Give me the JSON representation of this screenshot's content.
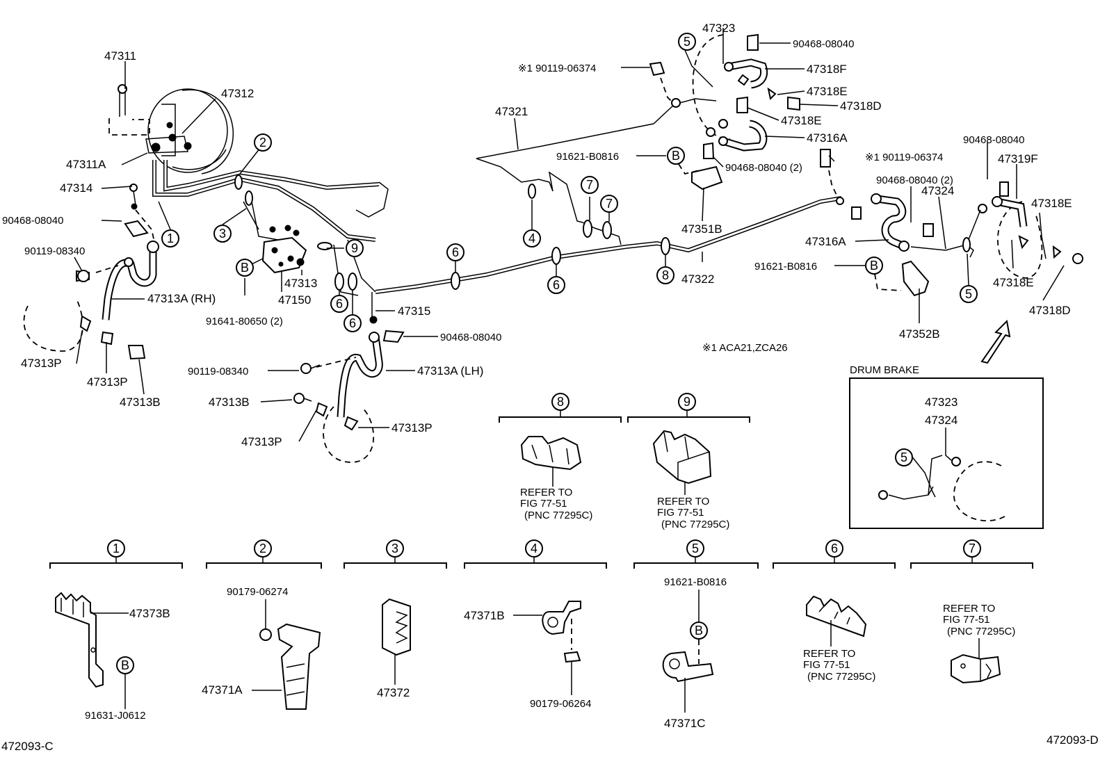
{
  "labels": {
    "p47311": "47311",
    "p47312": "47312",
    "p47311a": "47311A",
    "p47314": "47314",
    "p90468_l": "90468-08040",
    "p90119_l": "90119-08340",
    "p47313a_rh": "47313A (RH)",
    "p47313p_1": "47313P",
    "p47313p_2": "47313P",
    "p47313b_1": "47313B",
    "p47313": "47313",
    "p47150": "47150",
    "p91641": "91641-80650 (2)",
    "p47315": "47315",
    "p90468_m": "90468-08040",
    "p90119_m": "90119-08340",
    "p47313a_lh": "47313A (LH)",
    "p47313b_2": "47313B",
    "p47313p_3": "47313P",
    "p47313p_4": "47313P",
    "p47321": "47321",
    "p90119_06374_a": "※1 90119-06374",
    "p47323": "47323",
    "p90468_tr": "90468-08040",
    "p47318f": "47318F",
    "p47318e_1": "47318E",
    "p47318d_1": "47318D",
    "p47318e_2": "47318E",
    "p47316a_1": "47316A",
    "p91621_a": "91621-B0816",
    "p90468_2a": "90468-08040 (2)",
    "p47351b": "47351B",
    "p47322": "47322",
    "p90119_06374_b": "※1 90119-06374",
    "p90468_r": "90468-08040",
    "p47319f": "47319F",
    "p90468_2b": "90468-08040 (2)",
    "p47324": "47324",
    "p47318e_3": "47318E",
    "p47316a_2": "47316A",
    "p91621_b": "91621-B0816",
    "p47318e_4": "47318E",
    "p47318d_2": "47318D",
    "p47352b": "47352B",
    "note": "※1 ACA21,ZCA26",
    "drum_title": "DRUM BRAKE",
    "drum_47323": "47323",
    "drum_47324": "47324",
    "footer_left": "472093-C",
    "footer_right": "472093-D"
  },
  "callouts": {
    "c1": "1",
    "c2": "2",
    "c3": "3",
    "c4": "4",
    "c5": "5",
    "c6": "6",
    "c7": "7",
    "c8": "8",
    "c9": "9",
    "cB": "B"
  },
  "details": {
    "d8": {
      "line1": "REFER  TO",
      "line2": "FIG  77-51",
      "line3": "(PNC  77295C)"
    },
    "d9": {
      "line1": "REFER  TO",
      "line2": "FIG  77-51",
      "line3": "(PNC  77295C)"
    },
    "d1": {
      "part_a": "47373B",
      "part_b": "91631-J0612"
    },
    "d2": {
      "part_a": "90179-06274",
      "part_b": "47371A"
    },
    "d3": {
      "part_a": "47372"
    },
    "d4": {
      "part_a": "47371B",
      "part_b": "90179-06264"
    },
    "d5": {
      "part_a": "91621-B0816",
      "part_b": "47371C"
    },
    "d6": {
      "line1": "REFER  TO",
      "line2": "FIG  77-51",
      "line3": "(PNC  77295C)"
    },
    "d7": {
      "line1": "REFER  TO",
      "line2": "FIG  77-51",
      "line3": "(PNC  77295C)"
    }
  }
}
